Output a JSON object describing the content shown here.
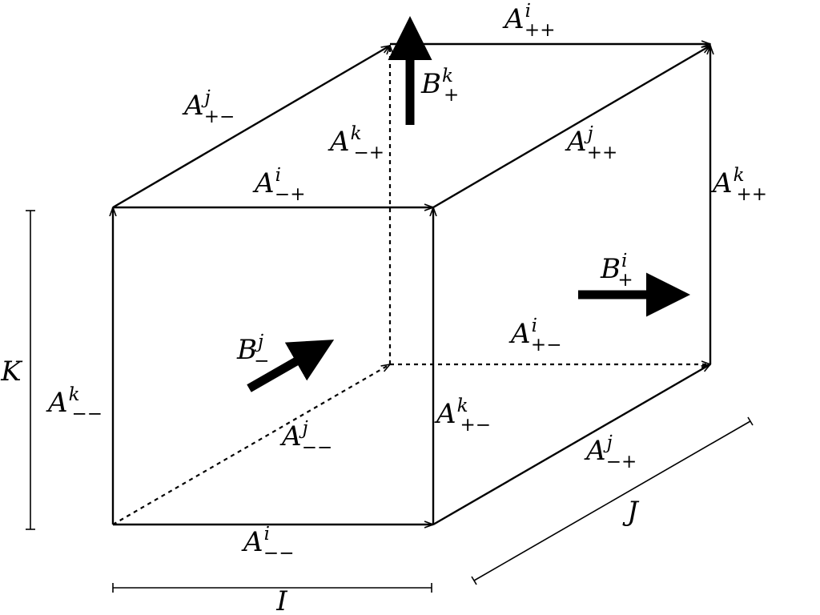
{
  "diagram": {
    "dimensions": {
      "I": "I",
      "J": "J",
      "K": "K"
    },
    "edges": [
      {
        "id": "A-i-mm",
        "main": "A",
        "sup": "i",
        "sub": "−−"
      },
      {
        "id": "A-i-mp",
        "main": "A",
        "sup": "i",
        "sub": "−+"
      },
      {
        "id": "A-i-pm",
        "main": "A",
        "sup": "i",
        "sub": "+−"
      },
      {
        "id": "A-i-pp",
        "main": "A",
        "sup": "i",
        "sub": "++"
      },
      {
        "id": "A-j-mm",
        "main": "A",
        "sup": "j",
        "sub": "−−"
      },
      {
        "id": "A-j-mp",
        "main": "A",
        "sup": "j",
        "sub": "−+"
      },
      {
        "id": "A-j-pm",
        "main": "A",
        "sup": "j",
        "sub": "+−"
      },
      {
        "id": "A-j-pp",
        "main": "A",
        "sup": "j",
        "sub": "++"
      },
      {
        "id": "A-k-mm",
        "main": "A",
        "sup": "k",
        "sub": "−−"
      },
      {
        "id": "A-k-mp",
        "main": "A",
        "sup": "k",
        "sub": "−+"
      },
      {
        "id": "A-k-pm",
        "main": "A",
        "sup": "k",
        "sub": "+−"
      },
      {
        "id": "A-k-pp",
        "main": "A",
        "sup": "k",
        "sub": "++"
      }
    ],
    "faces": [
      {
        "id": "B-k-p",
        "main": "B",
        "sup": "k",
        "sub": "+"
      },
      {
        "id": "B-i-p",
        "main": "B",
        "sup": "i",
        "sub": "+"
      },
      {
        "id": "B-j-m",
        "main": "B",
        "sup": "j",
        "sub": "−"
      }
    ]
  }
}
